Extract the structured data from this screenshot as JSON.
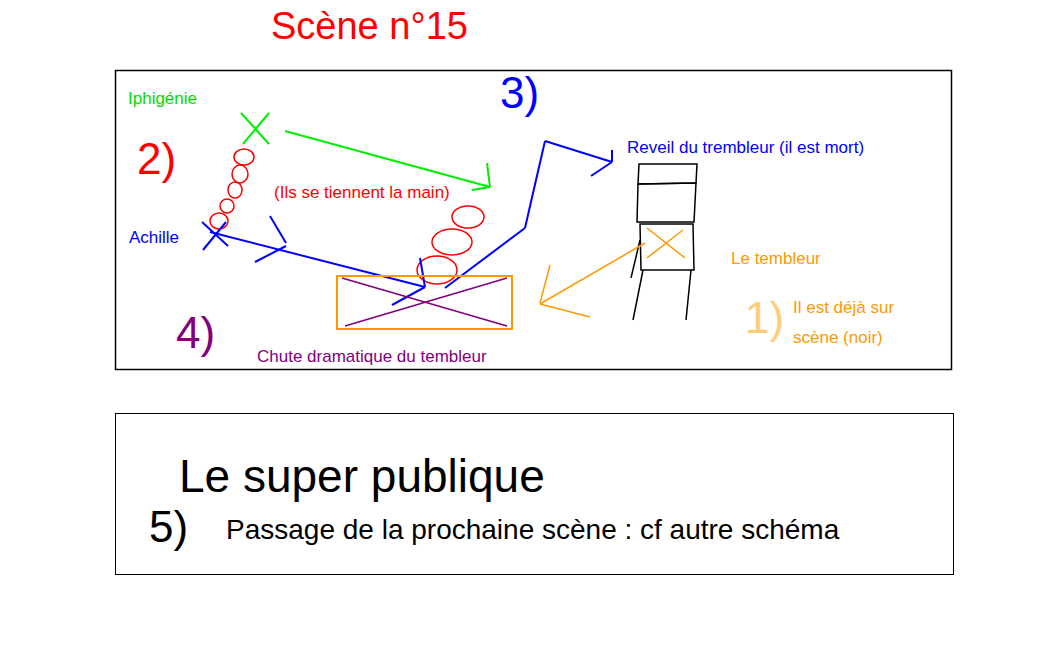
{
  "diagram": {
    "title": "Scène n°15",
    "nodes": [
      {
        "text": [
          "Chute dramatique du tembleur"
        ]
      },
      {
        "text": [
          "Le super publique",
          "5)",
          "Passage de la prochaine scène : cf autre schéma"
        ]
      }
    ],
    "labels": [
      "3)",
      "Iphigénie",
      "2)",
      "Reveil du trembleur (il est mort)",
      "(Ils se tiennent la main)",
      "Achille",
      "Le tembleur",
      "1)",
      "Il est déjà sur scène (noir)",
      "4)"
    ]
  }
}
